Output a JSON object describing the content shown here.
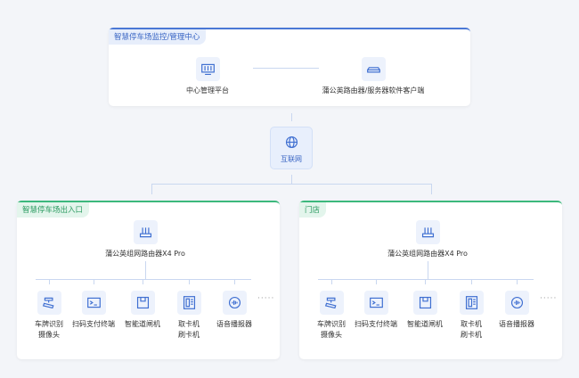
{
  "top": {
    "tag": "智慧停车场监控/管理中心",
    "left_label": "中心管理平台",
    "right_label": "蒲公英路由器/服务器软件客户端"
  },
  "internet": {
    "label": "互联网"
  },
  "left": {
    "tag": "智慧停车场出入口",
    "router": "蒲公英组网路由器X4 Pro",
    "devices": [
      {
        "l1": "车牌识别",
        "l2": "摄像头"
      },
      {
        "l1": "扫码支付终端",
        "l2": ""
      },
      {
        "l1": "智能道闸机",
        "l2": ""
      },
      {
        "l1": "取卡机",
        "l2": "刷卡机"
      },
      {
        "l1": "语音播报器",
        "l2": ""
      }
    ],
    "more": "·····"
  },
  "right": {
    "tag": "门店",
    "router": "蒲公英组网路由器X4 Pro",
    "devices": [
      {
        "l1": "车牌识别",
        "l2": "摄像头"
      },
      {
        "l1": "扫码支付终端",
        "l2": ""
      },
      {
        "l1": "智能道闸机",
        "l2": ""
      },
      {
        "l1": "取卡机",
        "l2": "刷卡机"
      },
      {
        "l1": "语音播报器",
        "l2": ""
      }
    ],
    "more": "·····"
  },
  "colors": {
    "blue": "#4a78d6",
    "green": "#3cb87c",
    "icon": "#3f6fd1"
  }
}
